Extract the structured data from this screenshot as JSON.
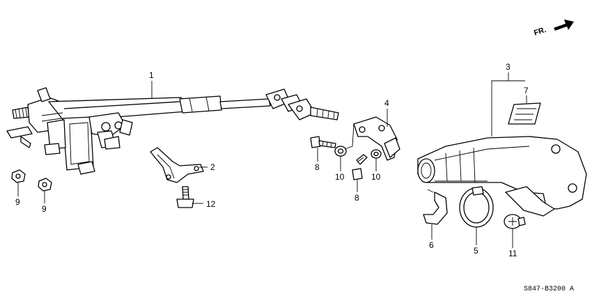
{
  "callouts": {
    "c1": "1",
    "c2": "2",
    "c3": "3",
    "c4": "4",
    "c5": "5",
    "c6": "6",
    "c7": "7",
    "c8a": "8",
    "c8b": "8",
    "c9a": "9",
    "c9b": "9",
    "c10a": "10",
    "c10b": "10",
    "c11": "11",
    "c12": "12"
  },
  "direction_label": "FR.",
  "diagram_code": "S847-B3200 A"
}
